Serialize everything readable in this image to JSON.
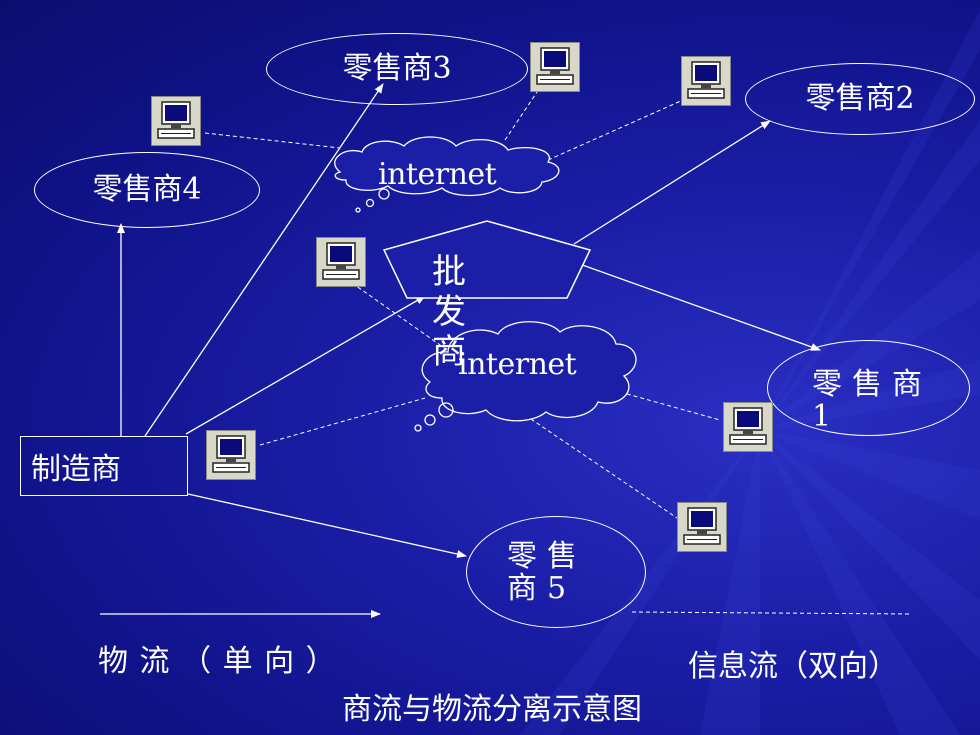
{
  "diagram": {
    "nodes": {
      "manufacturer": "制造商",
      "wholesaler": "批 发 商",
      "retailer1": "零售商1",
      "retailer2": "零售商2",
      "retailer3": "零售商3",
      "retailer4": "零售商4",
      "retailer5": "零售商5"
    },
    "clouds": [
      "internet",
      "internet"
    ],
    "legend": {
      "physical_flow": "物 流 （ 单 向 ）",
      "info_flow": "信息流（双向）"
    },
    "caption": "商流与物流分离示意图"
  },
  "colors": {
    "background": "#1b1fa8",
    "line": "#ffffff",
    "pc_frame": "#d8d8c8",
    "pc_screen": "#0a0a7a"
  },
  "icons": [
    "computer-icon",
    "internet-cloud-icon",
    "arrow-icon"
  ]
}
